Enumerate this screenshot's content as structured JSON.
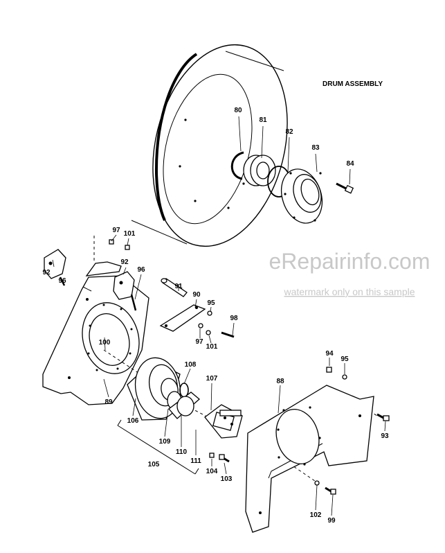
{
  "title": "DRUM ASSEMBLY",
  "watermark": {
    "brand": "eRepairinfo.com",
    "note": "watermark only on this sample"
  },
  "callouts": [
    {
      "id": "80",
      "text": "80"
    },
    {
      "id": "81",
      "text": "81"
    },
    {
      "id": "82",
      "text": "82"
    },
    {
      "id": "83",
      "text": "83"
    },
    {
      "id": "84",
      "text": "84"
    },
    {
      "id": "97a",
      "text": "97"
    },
    {
      "id": "101a",
      "text": "101"
    },
    {
      "id": "92a",
      "text": "92"
    },
    {
      "id": "96a",
      "text": "96"
    },
    {
      "id": "92b",
      "text": "92"
    },
    {
      "id": "96b",
      "text": "96"
    },
    {
      "id": "91",
      "text": "91"
    },
    {
      "id": "90",
      "text": "90"
    },
    {
      "id": "95a",
      "text": "95"
    },
    {
      "id": "98",
      "text": "98"
    },
    {
      "id": "97b",
      "text": "97"
    },
    {
      "id": "101b",
      "text": "101"
    },
    {
      "id": "100",
      "text": "100"
    },
    {
      "id": "89",
      "text": "89"
    },
    {
      "id": "108",
      "text": "108"
    },
    {
      "id": "107",
      "text": "107"
    },
    {
      "id": "106",
      "text": "106"
    },
    {
      "id": "109",
      "text": "109"
    },
    {
      "id": "110",
      "text": "110"
    },
    {
      "id": "111",
      "text": "111"
    },
    {
      "id": "105",
      "text": "105"
    },
    {
      "id": "104",
      "text": "104"
    },
    {
      "id": "103",
      "text": "103"
    },
    {
      "id": "94",
      "text": "94"
    },
    {
      "id": "95b",
      "text": "95"
    },
    {
      "id": "88",
      "text": "88"
    },
    {
      "id": "93",
      "text": "93"
    },
    {
      "id": "102",
      "text": "102"
    },
    {
      "id": "99",
      "text": "99"
    }
  ]
}
